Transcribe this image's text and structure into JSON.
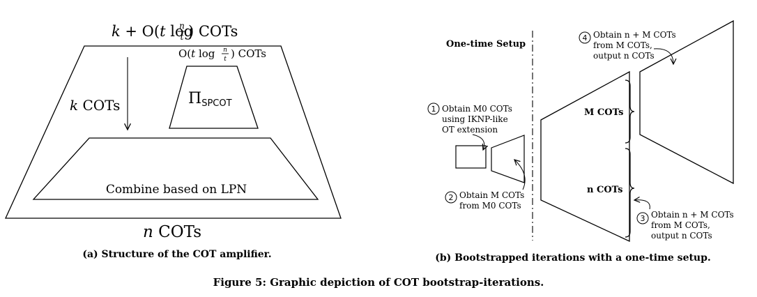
{
  "left": {
    "top_label": "k + O(t log n/t) COTs",
    "top_label_parts": {
      "k": "k",
      "plus": " + O(",
      "t": "t",
      "log": " log ",
      "n": "n",
      "t2": "t",
      "close": ") COTs"
    },
    "inner_label_parts": {
      "o": "O(",
      "t": "t",
      "log": " log ",
      "n": "n",
      "t2": "t",
      "close": ") COTs"
    },
    "inner_box_label": "ΠSPCOT",
    "inner_box_label_parts": {
      "pi": "Π",
      "sub": "SPCOT"
    },
    "k_cots_label": "k COTs",
    "k_cots_parts": {
      "k": "k",
      "rest": " COTs"
    },
    "combine_label": "Combine based on LPN",
    "bottom_label": "n COTs",
    "bottom_label_parts": {
      "n": "n",
      "rest": " COTs"
    },
    "caption": "(a) Structure of the COT amplifier."
  },
  "right": {
    "setup_title": "One-time Setup",
    "step1": {
      "num": "1",
      "lines": [
        "Obtain M0 COTs",
        "using IKNP-like",
        "OT extension"
      ]
    },
    "step2": {
      "num": "2",
      "lines": [
        "Obtain M COTs",
        "from M0 COTs"
      ]
    },
    "step3": {
      "num": "3",
      "lines": [
        "Obtain n + M COTs",
        "from M COTs,",
        "output n COTs"
      ]
    },
    "step4": {
      "num": "4",
      "lines": [
        "Obtain n + M COTs",
        "from M COTs,",
        "output n COTs"
      ]
    },
    "m_cots": "M COTs",
    "n_cots": "n COTs",
    "caption": "(b) Bootstrapped iterations with a one-time setup."
  },
  "figure_caption": "Figure 5: Graphic depiction of COT bootstrap-iterations."
}
